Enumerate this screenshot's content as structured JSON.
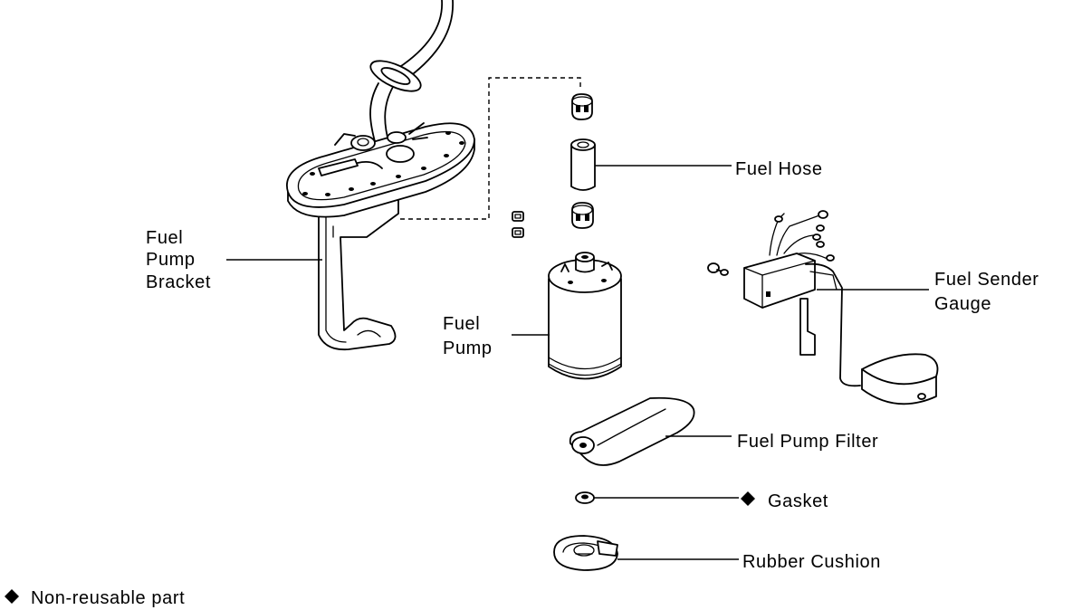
{
  "labels": {
    "fuel_pump_bracket": [
      "Fuel",
      "Pump",
      "Bracket"
    ],
    "fuel_hose": "Fuel Hose",
    "fuel_pump": [
      "Fuel",
      "Pump"
    ],
    "fuel_sender_gauge": [
      "Fuel Sender",
      "Gauge"
    ],
    "fuel_pump_filter": "Fuel Pump Filter",
    "gasket": "Gasket",
    "rubber_cushion": "Rubber Cushion"
  },
  "legend": {
    "symbol": "diamond-icon",
    "text": "Non-reusable part"
  },
  "marked_non_reusable": [
    "Gasket"
  ]
}
